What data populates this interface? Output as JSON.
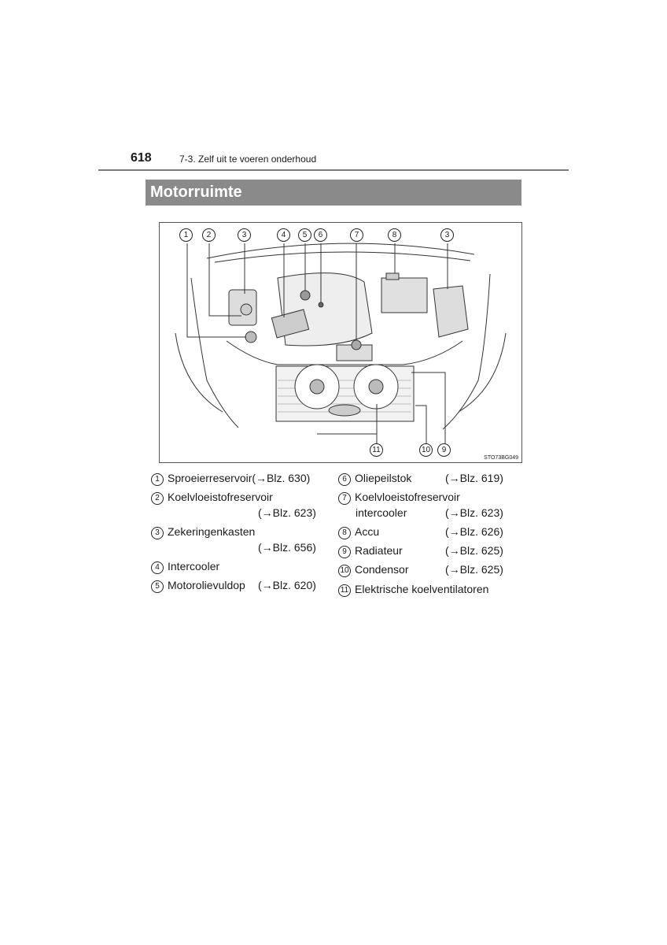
{
  "header": {
    "page_number": "618",
    "chapter": "7-3. Zelf uit te voeren onderhoud"
  },
  "section": {
    "title": "Motorruimte"
  },
  "figure": {
    "code": "STO73BG049",
    "callouts": [
      "1",
      "2",
      "3",
      "4",
      "5",
      "6",
      "7",
      "8",
      "3",
      "11",
      "10",
      "9"
    ]
  },
  "legend": {
    "left": [
      {
        "num": "1",
        "label": "Sproeierreservoir",
        "ref": "(→Blz. 630)"
      },
      {
        "num": "2",
        "label": "Koelvloeistofreservoir",
        "ref": "(→Blz. 623)"
      },
      {
        "num": "3",
        "label": "Zekeringenkasten",
        "ref": "(→Blz. 656)"
      },
      {
        "num": "4",
        "label": "Intercooler",
        "ref": ""
      },
      {
        "num": "5",
        "label": "Motorolievuldop",
        "ref": "(→Blz. 620)"
      }
    ],
    "right": [
      {
        "num": "6",
        "label": "Oliepeilstok",
        "ref": "(→Blz. 619)"
      },
      {
        "num": "7",
        "label": "Koelvloeistofreservoir",
        "label2": "intercooler",
        "ref": "(→Blz. 623)"
      },
      {
        "num": "8",
        "label": "Accu",
        "ref": "(→Blz. 626)"
      },
      {
        "num": "9",
        "label": "Radiateur",
        "ref": "(→Blz. 625)"
      },
      {
        "num": "10",
        "label": "Condensor",
        "ref": "(→Blz. 625)"
      },
      {
        "num": "11",
        "label": "Elektrische koelventilatoren",
        "ref": ""
      }
    ]
  }
}
